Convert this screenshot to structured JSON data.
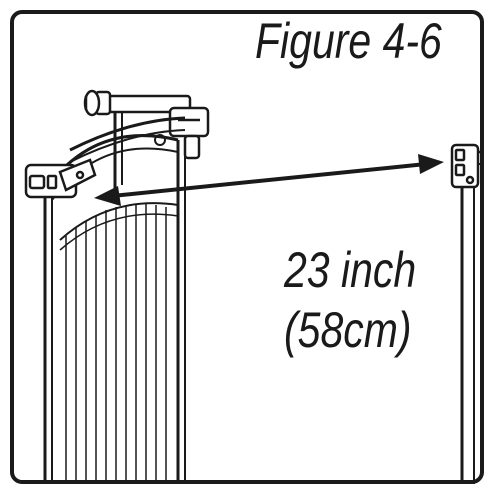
{
  "figure": {
    "title": "Figure 4-6",
    "measurement_line1": "23 inch",
    "measurement_line2": "(58cm)"
  },
  "colors": {
    "ink": "#1a1a1a",
    "background": "#ffffff"
  },
  "icons": {
    "dimension_arrow": "double-headed-arrow-icon"
  }
}
